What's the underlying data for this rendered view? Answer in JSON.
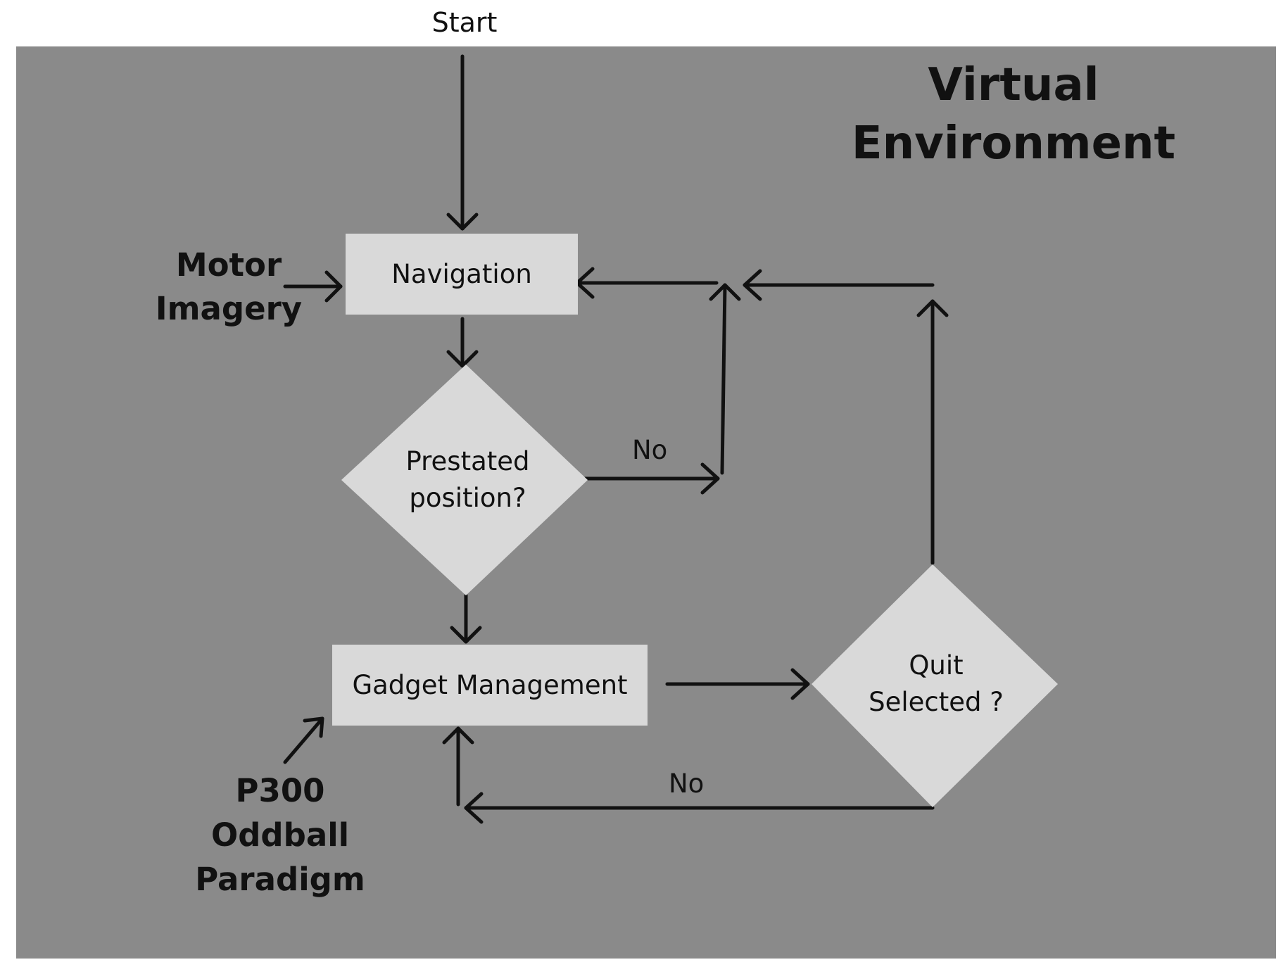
{
  "start_label": "Start",
  "environment_title": [
    "Virtual",
    "Environment"
  ],
  "nodes": {
    "navigation": "Navigation",
    "prestated": [
      "Prestated",
      "position?"
    ],
    "gadget": "Gadget Management",
    "quit": [
      "Quit",
      "Selected ?"
    ]
  },
  "inputs": {
    "motor_imagery": [
      "Motor",
      "Imagery"
    ],
    "p300": [
      "P300",
      "Oddball",
      "Paradigm"
    ]
  },
  "edge_labels": {
    "prestated_no": "No",
    "quit_no": "No"
  },
  "colors": {
    "panel": "#8a8a8a",
    "node_fill": "#d9d9d9",
    "line": "#111111"
  }
}
